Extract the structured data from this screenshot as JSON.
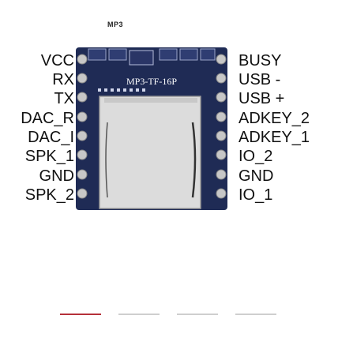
{
  "top_mark": "MP3",
  "module": {
    "board_label": "MP3-TF-16P",
    "board_text_color": "#ffffff",
    "board_color": "#1f2b55",
    "card_slot_color": "#dcdcdc"
  },
  "left_pins": [
    {
      "label": "VCC"
    },
    {
      "label": "RX"
    },
    {
      "label": "TX"
    },
    {
      "label": "DAC_R"
    },
    {
      "label": "DAC_I"
    },
    {
      "label": "SPK_1"
    },
    {
      "label": "GND"
    },
    {
      "label": "SPK_2"
    }
  ],
  "right_pins": [
    {
      "label": "BUSY"
    },
    {
      "label": "USB -"
    },
    {
      "label": "USB +"
    },
    {
      "label": "ADKEY_2"
    },
    {
      "label": "ADKEY_1"
    },
    {
      "label": "IO_2"
    },
    {
      "label": "GND"
    },
    {
      "label": "IO_1"
    }
  ],
  "carousel": {
    "count": 4,
    "active_index": 0,
    "active_color": "#b5313a",
    "inactive_color": "#cfcfcf"
  }
}
